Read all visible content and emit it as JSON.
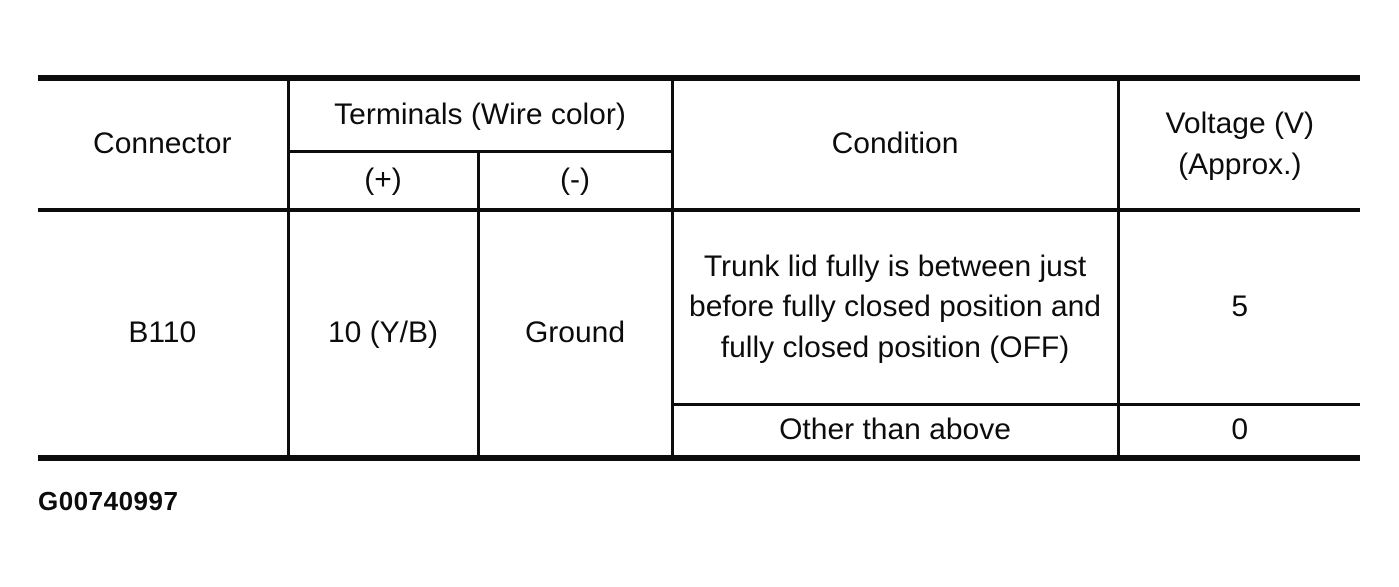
{
  "figure": {
    "id_label": "G00740997"
  },
  "table": {
    "headers": {
      "connector": "Connector",
      "terminals_group": "Terminals (Wire color)",
      "terminal_plus": "(+)",
      "terminal_minus": "(-)",
      "condition": "Condition",
      "voltage_line1": "Voltage (V)",
      "voltage_line2": "(Approx.)"
    },
    "body": {
      "connector": "B110",
      "terminal_plus": "10 (Y/B)",
      "terminal_minus": "Ground",
      "conditions": [
        {
          "condition": "Trunk lid fully is between just before fully closed position and fully closed position (OFF)",
          "voltage": "5"
        },
        {
          "condition": "Other than above",
          "voltage": "0"
        }
      ]
    }
  }
}
